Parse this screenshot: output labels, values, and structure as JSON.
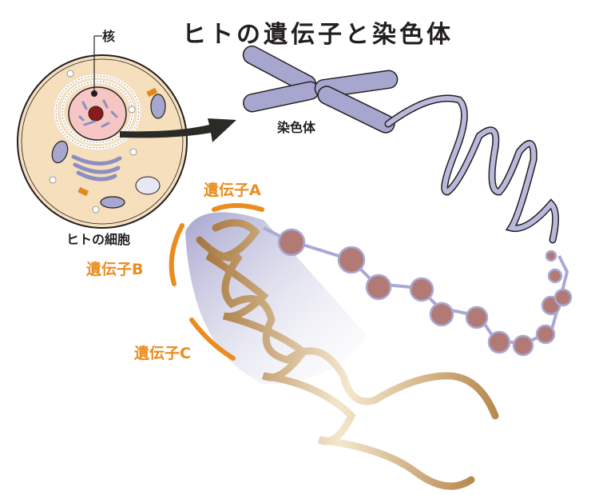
{
  "title": "ヒトの遺伝子と染色体",
  "labels": {
    "nucleus": "核",
    "cell": "ヒトの細胞",
    "chromosome": "染色体",
    "gene_a": "遺伝子A",
    "gene_b": "遺伝子B",
    "gene_c": "遺伝子C"
  },
  "colors": {
    "title_text": "#231f20",
    "gene_label": "#ea8c1e",
    "cell_fill": "#f6dfbd",
    "nucleus_fill": "#f5c6c4",
    "nucleolus": "#8b1a1a",
    "chromosome_fill": "#a6a6cf",
    "nucleosome": "#b27a74",
    "dna_strand": "#c9a36a"
  }
}
